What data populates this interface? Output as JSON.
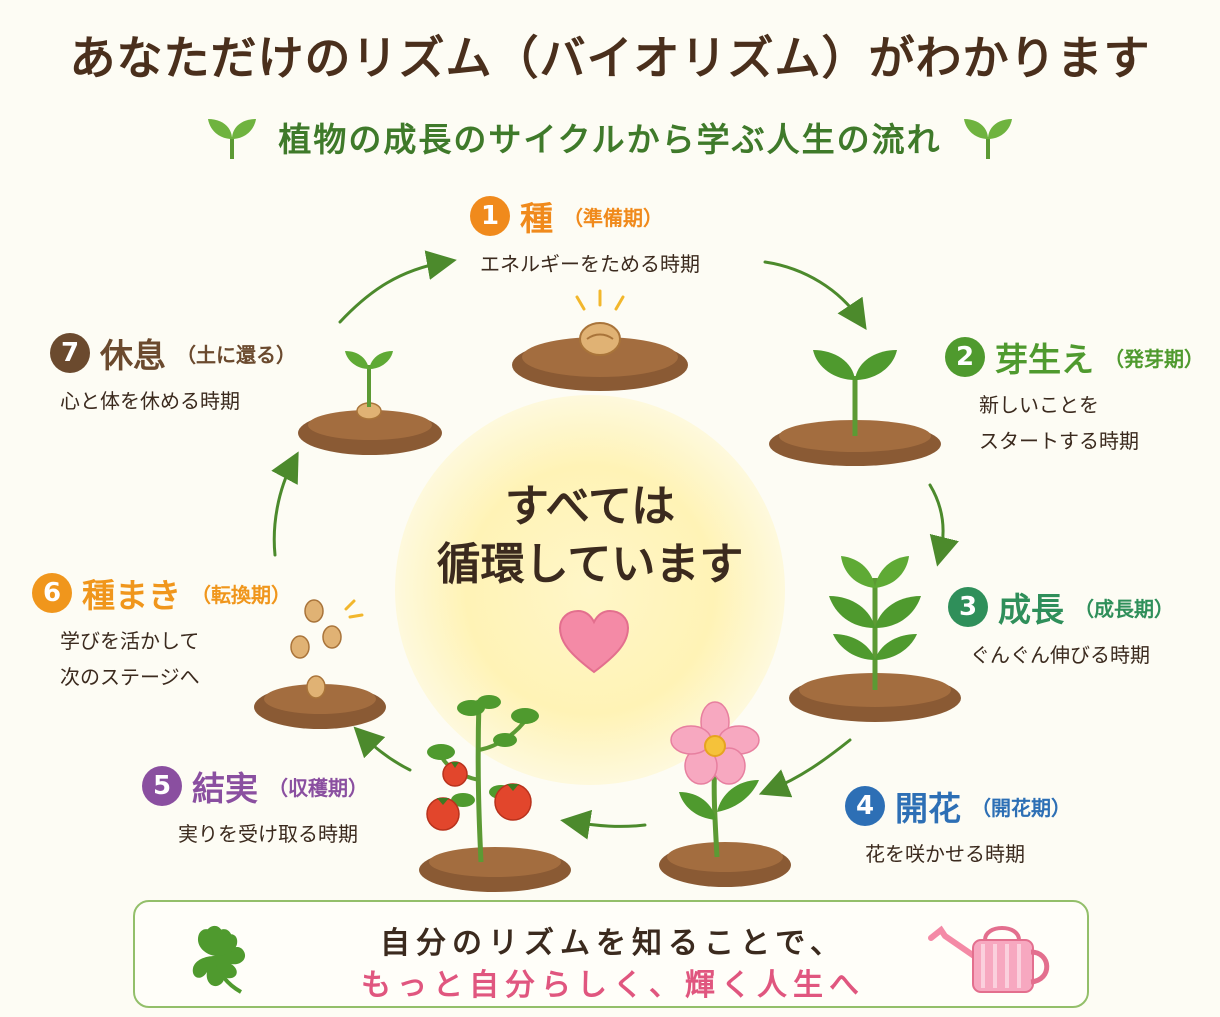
{
  "title": "あなただけのリズム（バイオリズム）がわかります",
  "subtitle": "植物の成長のサイクルから学ぶ人生の流れ",
  "center": {
    "line1": "すべては",
    "line2": "循環しています"
  },
  "colors": {
    "title": "#4a2f1c",
    "subtitle": "#3f7a2a",
    "arrow": "#4c8a2c",
    "heart": "#f48aa6",
    "stage1": "#f08a1c",
    "stage2": "#4f9a2e",
    "stage3": "#2f8f5a",
    "stage4": "#2d6fb5",
    "stage5": "#8a4fa0",
    "stage6": "#f0961c",
    "stage7": "#6b4a2e",
    "highlight": "#e0567f"
  },
  "stages": [
    {
      "num": "1",
      "name": "種",
      "sub": "（準備期）",
      "desc": [
        "エネルギーをためる時期"
      ],
      "icon": "seed-in-soil-icon"
    },
    {
      "num": "2",
      "name": "芽生え",
      "sub": "（発芽期）",
      "desc": [
        "新しいことを",
        "スタートする時期"
      ],
      "icon": "sprout-icon"
    },
    {
      "num": "3",
      "name": "成長",
      "sub": "（成長期）",
      "desc": [
        "ぐんぐん伸びる時期"
      ],
      "icon": "growing-plant-icon"
    },
    {
      "num": "4",
      "name": "開花",
      "sub": "（開花期）",
      "desc": [
        "花を咲かせる時期"
      ],
      "icon": "flower-icon"
    },
    {
      "num": "5",
      "name": "結実",
      "sub": "（収穫期）",
      "desc": [
        "実りを受け取る時期"
      ],
      "icon": "tomato-plant-icon"
    },
    {
      "num": "6",
      "name": "種まき",
      "sub": "（転換期）",
      "desc": [
        "学びを活かして",
        "次のステージへ"
      ],
      "icon": "falling-seeds-icon"
    },
    {
      "num": "7",
      "name": "休息",
      "sub": "（土に還る）",
      "desc": [
        "心と体を休める時期"
      ],
      "icon": "resting-seedling-icon"
    }
  ],
  "bottom": {
    "line1": "自分のリズムを知ることで、",
    "line2": "もっと自分らしく、輝く人生へ"
  }
}
